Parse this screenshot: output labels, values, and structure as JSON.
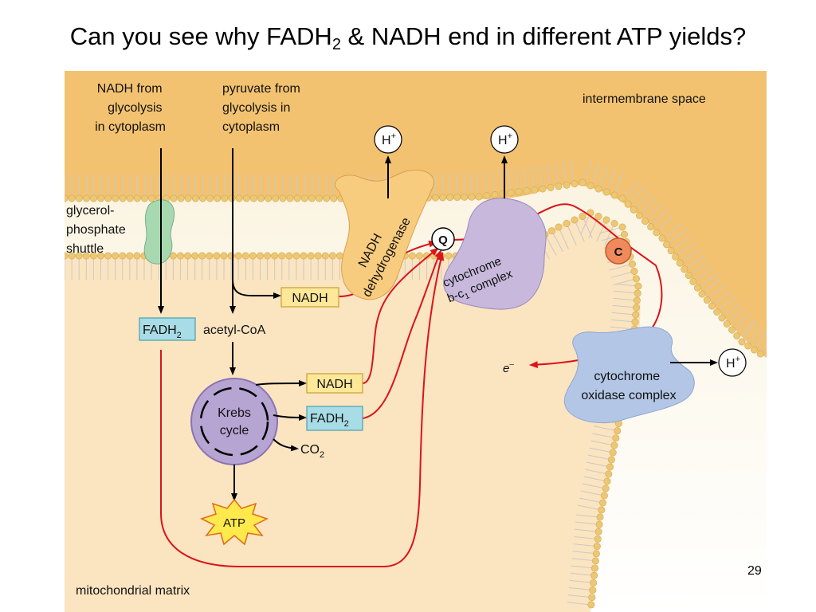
{
  "slide": {
    "title_main": "Can you see why FADH",
    "title_sub": "2",
    "title_rest": " & NADH end in different ATP yields?",
    "page_number": "29"
  },
  "diagram": {
    "nadh_from": [
      "NADH from",
      "glycolysis",
      "in cytoplasm"
    ],
    "pyruvate_from": [
      "pyruvate from",
      "glycolysis in",
      "cytoplasm"
    ],
    "intermembrane_space": "intermembrane space",
    "mitochondrial_matrix": "mitochondrial matrix",
    "shuttle": [
      "glycerol-",
      "phosphate",
      "shuttle"
    ],
    "nadh_dehydrogenase": [
      "NADH",
      "dehydrogenase"
    ],
    "cytochrome_bc1": [
      "cytochrome",
      "b-c",
      "1",
      " complex"
    ],
    "cytochrome_oxidase": [
      "cytochrome",
      "oxidase complex"
    ],
    "q": "Q",
    "c": "C",
    "h_plus": "H",
    "h_plus_sup": "+",
    "electron": "e",
    "electron_sup": "–",
    "nadh": "NADH",
    "fadh": "FADH",
    "fadh_sub": "2",
    "acetyl_coa": "acetyl-CoA",
    "krebs": [
      "Krebs",
      "cycle"
    ],
    "co": "CO",
    "co_sub": "2",
    "atp": "ATP"
  },
  "colors": {
    "intermembrane_bg": "#f3c270",
    "matrix_bg": "#fbe4c0",
    "lipid_head": "#ecc774",
    "lipid_tail": "#c9c9c9",
    "red_arrow": "#d9141c",
    "nadh_box": "#fde89a",
    "fadh_box": "#a8dce6",
    "enzyme_orange": "#f8cc7e",
    "cytochrome_purple": "#c7b8dc",
    "oxidase_blue": "#b3c6e6",
    "krebs_purple": "#b6a4d2",
    "atp_burst": "#ffe94d",
    "c_circle": "#f08a5c"
  }
}
